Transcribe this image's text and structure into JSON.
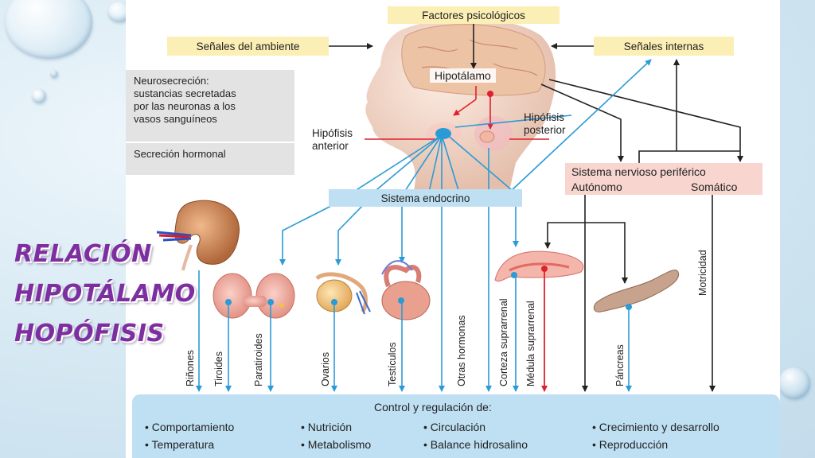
{
  "title": {
    "line1": "RELACIÓN",
    "line2": "HIPOTÁLAMO",
    "line3": "HOPÓFISIS"
  },
  "diagram": {
    "top_factors": "Factores psicológicos",
    "env_signals": "Señales del ambiente",
    "internal_signals": "Señales internas",
    "hypothalamus": "Hipotálamo",
    "ant_pituitary": [
      "Hipófisis",
      "anterior"
    ],
    "post_pituitary": [
      "Hipófisis",
      "posterior"
    ],
    "legend": {
      "neuro": [
        "Neurosecreción:",
        "sustancias secretadas",
        "por las neuronas a los",
        "vasos sanguíneos"
      ],
      "hormonal": "Secreción hormonal"
    },
    "pns": {
      "title": "Sistema nervioso periférico",
      "autonomic": "Autónomo",
      "somatic": "Somático"
    },
    "endocrine": "Sistema endocrino",
    "targets": [
      "Riñones",
      "Tiroides",
      "Paratiroides",
      "Ovarios",
      "Testículos",
      "Otras hormonas",
      "Corteza suprarrenal",
      "Médula suprarrenal",
      "Páncreas",
      "Motricidad"
    ],
    "control": {
      "title": "Control y regulación de:",
      "items": [
        "Comportamiento",
        "Temperatura",
        "Nutrición",
        "Metabolismo",
        "Circulación",
        "Balance hidrosalino",
        "Crecimiento y desarrollo",
        "Reproducción"
      ]
    }
  },
  "colors": {
    "title": "#7d2fa0",
    "hormone_arrow": "#2b9bd6",
    "neuro_arrow": "#e0202e",
    "nerve_arrow": "#222222"
  }
}
